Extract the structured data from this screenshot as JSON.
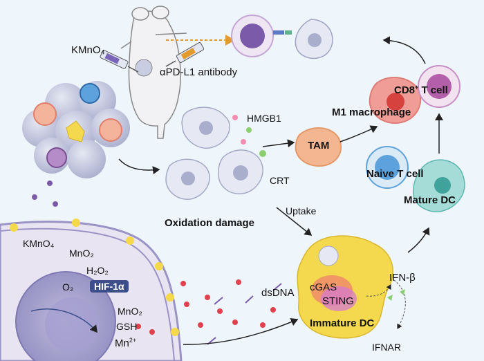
{
  "labels": {
    "kmno4_top": "KMnO₄",
    "antibody": "αPD-L1 antibody",
    "hmgb1": "HMGB1",
    "crt": "CRT",
    "tam": "TAM",
    "oxidation": "Oxidation damage",
    "uptake": "Uptake",
    "m1": "M1 macrophage",
    "cd8_pre": "CD8",
    "cd8_sup": "+",
    "cd8_post": " T cell",
    "naive": "Naive T cell",
    "mature_dc": "Mature DC",
    "kmno4_cell": "KMnO₄",
    "mno2_1": "MnO₂",
    "h2o2": "H₂O₂",
    "o2": "O₂",
    "hif": "HIF-1α",
    "mno2_2": "MnO₂",
    "gsh": "GSH",
    "mn_base": "Mn",
    "mn_sup": "2+",
    "dsdna": "dsDNA",
    "cgas": "cGAS",
    "sting": "STING",
    "ifn": "IFN-β",
    "immature_dc": "Immature DC",
    "ifnar": "IFNAR"
  },
  "colors": {
    "background": "#eef5fb",
    "tumor_cell": "#c9cde2",
    "tam": "#f3b690",
    "m1": "#f09d98",
    "cd8": "#c88fc6",
    "naive": "#5da2dc",
    "mature_dc": "#7ec7c3",
    "immature_dc": "#f4d94e",
    "cell_interior": "#cfcbe6",
    "mn_ion": "#e0414d",
    "vesicle": "#f5d94a"
  },
  "icons": [
    "mouse-icon",
    "syringe-icon",
    "tumor-cluster",
    "dna-fragment-icon"
  ]
}
